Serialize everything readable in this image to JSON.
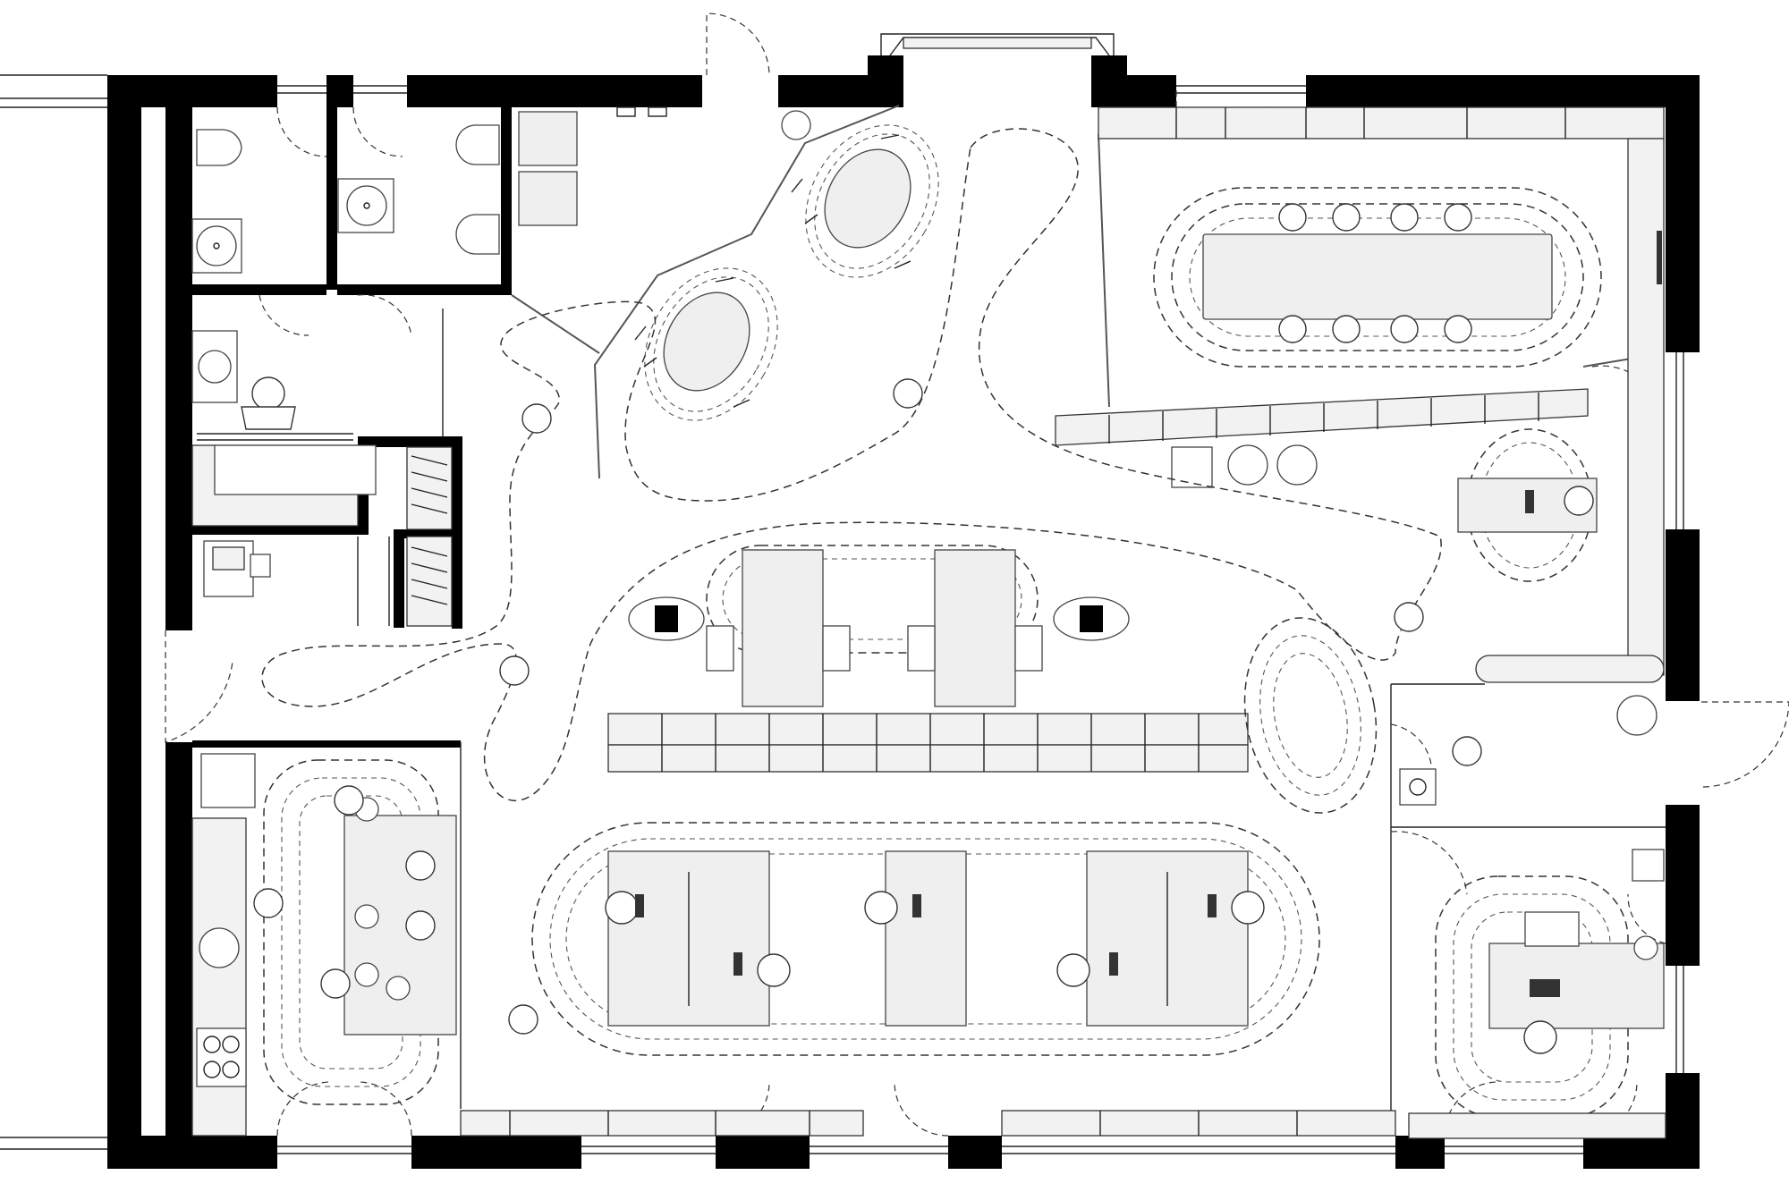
{
  "plan": {
    "colors": {
      "wall": "#000000",
      "furniture_fill": "#efefef",
      "line": "#333333",
      "background": "#ffffff"
    },
    "spaces": [
      {
        "key": "wc-1",
        "icon": "toilet-icon"
      },
      {
        "key": "wc-2",
        "icon": "toilet-icon"
      },
      {
        "key": "sink-vestibule",
        "icon": "washbasin-icon"
      },
      {
        "key": "closet",
        "icon": "storage-icon"
      },
      {
        "key": "print-room",
        "icon": "printer-icon"
      },
      {
        "key": "lounge-tables",
        "icon": "round-table-icon"
      },
      {
        "key": "meeting-room",
        "icon": "conference-table-icon"
      },
      {
        "key": "corner-office",
        "icon": "desk-icon"
      },
      {
        "key": "open-workspace",
        "icon": "desk-icon"
      },
      {
        "key": "kitchen",
        "icon": "kitchen-icon"
      },
      {
        "key": "director-office",
        "icon": "desk-icon"
      },
      {
        "key": "entrance",
        "icon": "door-icon"
      }
    ]
  }
}
